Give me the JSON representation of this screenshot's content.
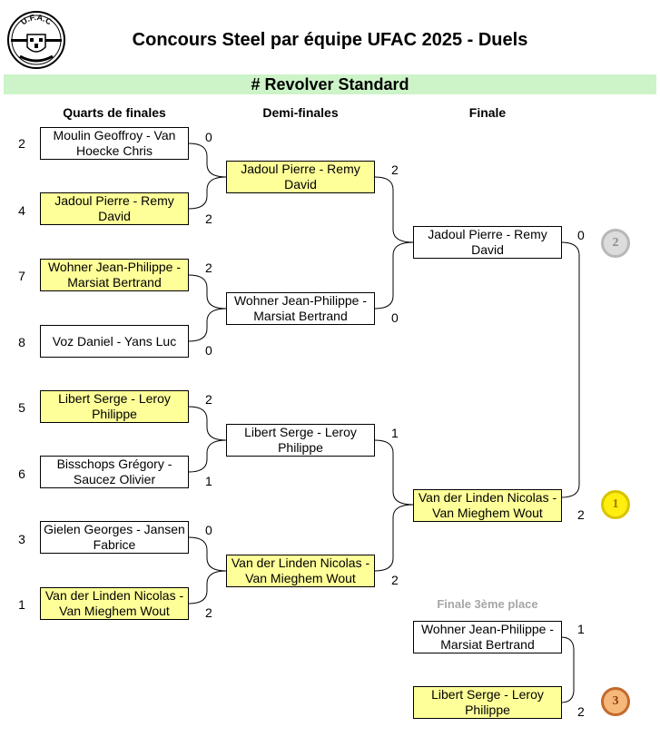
{
  "header": {
    "title": "Concours Steel par équipe UFAC 2025 - Duels",
    "section": "# Revolver Standard",
    "logo_text": "U.F.A.C"
  },
  "columns": {
    "quarts": "Quarts de finales",
    "demi": "Demi-finales",
    "finale": "Finale",
    "third": "Finale 3ème place"
  },
  "quarts": [
    {
      "seed": "2",
      "team": "Moulin Geoffroy - Van Hoecke Chris",
      "score": "0"
    },
    {
      "seed": "4",
      "team": "Jadoul Pierre - Remy David",
      "score": "2"
    },
    {
      "seed": "7",
      "team": "Wohner Jean-Philippe - Marsiat Bertrand",
      "score": "2"
    },
    {
      "seed": "8",
      "team": "Voz Daniel - Yans Luc",
      "score": "0"
    },
    {
      "seed": "5",
      "team": "Libert Serge - Leroy Philippe",
      "score": "2"
    },
    {
      "seed": "6",
      "team": "Bisschops Grégory - Saucez Olivier",
      "score": "1"
    },
    {
      "seed": "3",
      "team": "Gielen Georges - Jansen Fabrice",
      "score": "0"
    },
    {
      "seed": "1",
      "team": "Van der Linden Nicolas - Van Mieghem Wout",
      "score": "2"
    }
  ],
  "demi": [
    {
      "team": "Jadoul Pierre - Remy David",
      "score": "2"
    },
    {
      "team": "Wohner Jean-Philippe - Marsiat Bertrand",
      "score": "0"
    },
    {
      "team": "Libert Serge - Leroy Philippe",
      "score": "1"
    },
    {
      "team": "Van der Linden Nicolas - Van Mieghem Wout",
      "score": "2"
    }
  ],
  "finale": [
    {
      "team": "Jadoul Pierre - Remy David",
      "score": "0"
    },
    {
      "team": "Van der Linden Nicolas - Van Mieghem Wout",
      "score": "2"
    }
  ],
  "third_place": [
    {
      "team": "Wohner Jean-Philippe - Marsiat Bertrand",
      "score": "1"
    },
    {
      "team": "Libert Serge - Leroy Philippe",
      "score": "2"
    }
  ],
  "medals": {
    "first": "1",
    "second": "2",
    "third": "3"
  },
  "colors": {
    "winner": "#ffff99",
    "banner": "#cdf4c8",
    "gold": "#ffee10",
    "silver": "#dcdcdc",
    "bronze": "#f6b77a"
  }
}
